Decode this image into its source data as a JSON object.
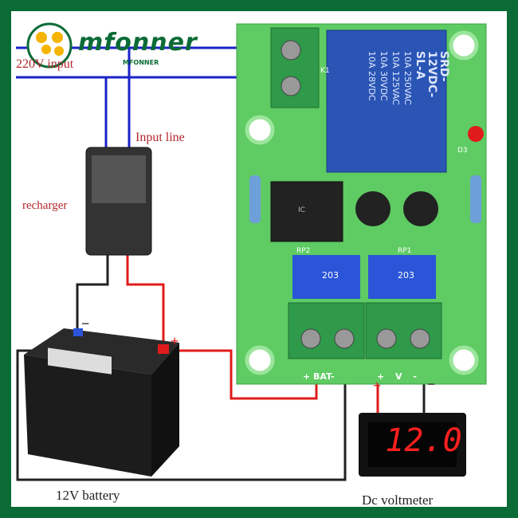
{
  "brand": {
    "logo_text": "mfonner",
    "logo_subtext": "MFONNER",
    "color": "#0b6b36"
  },
  "labels": {
    "ac_input": "220V input",
    "input_line": "Input line",
    "recharger": "recharger",
    "battery": "12V battery",
    "voltmeter": "Dc voltmeter"
  },
  "board": {
    "relay_text": [
      "SRD-12VDC-SL-A",
      "10A 250VAC 10A 125VAC",
      "10A 30VDC 10A 28VDC"
    ],
    "relay_id": "K1",
    "pot_labels": [
      "RP2",
      "RP1"
    ],
    "pot_values": [
      "203",
      "203"
    ],
    "terminal_bat_label": "+ BAT-",
    "terminal_v_label": "+ V -",
    "led_label": "D3",
    "chip_label": "IC"
  },
  "battery": {
    "plus_mark": "+",
    "minus_mark": "−"
  },
  "voltmeter": {
    "reading": "12.0",
    "plus_mark": "+",
    "minus_mark": "−",
    "display_color": "#ff2020"
  },
  "colors": {
    "ac_wire": "#1a22c8",
    "positive_wire": "#e01b1b",
    "negative_wire": "#222222",
    "pcb": "#5ecb63",
    "relay": "#2a55b5"
  }
}
